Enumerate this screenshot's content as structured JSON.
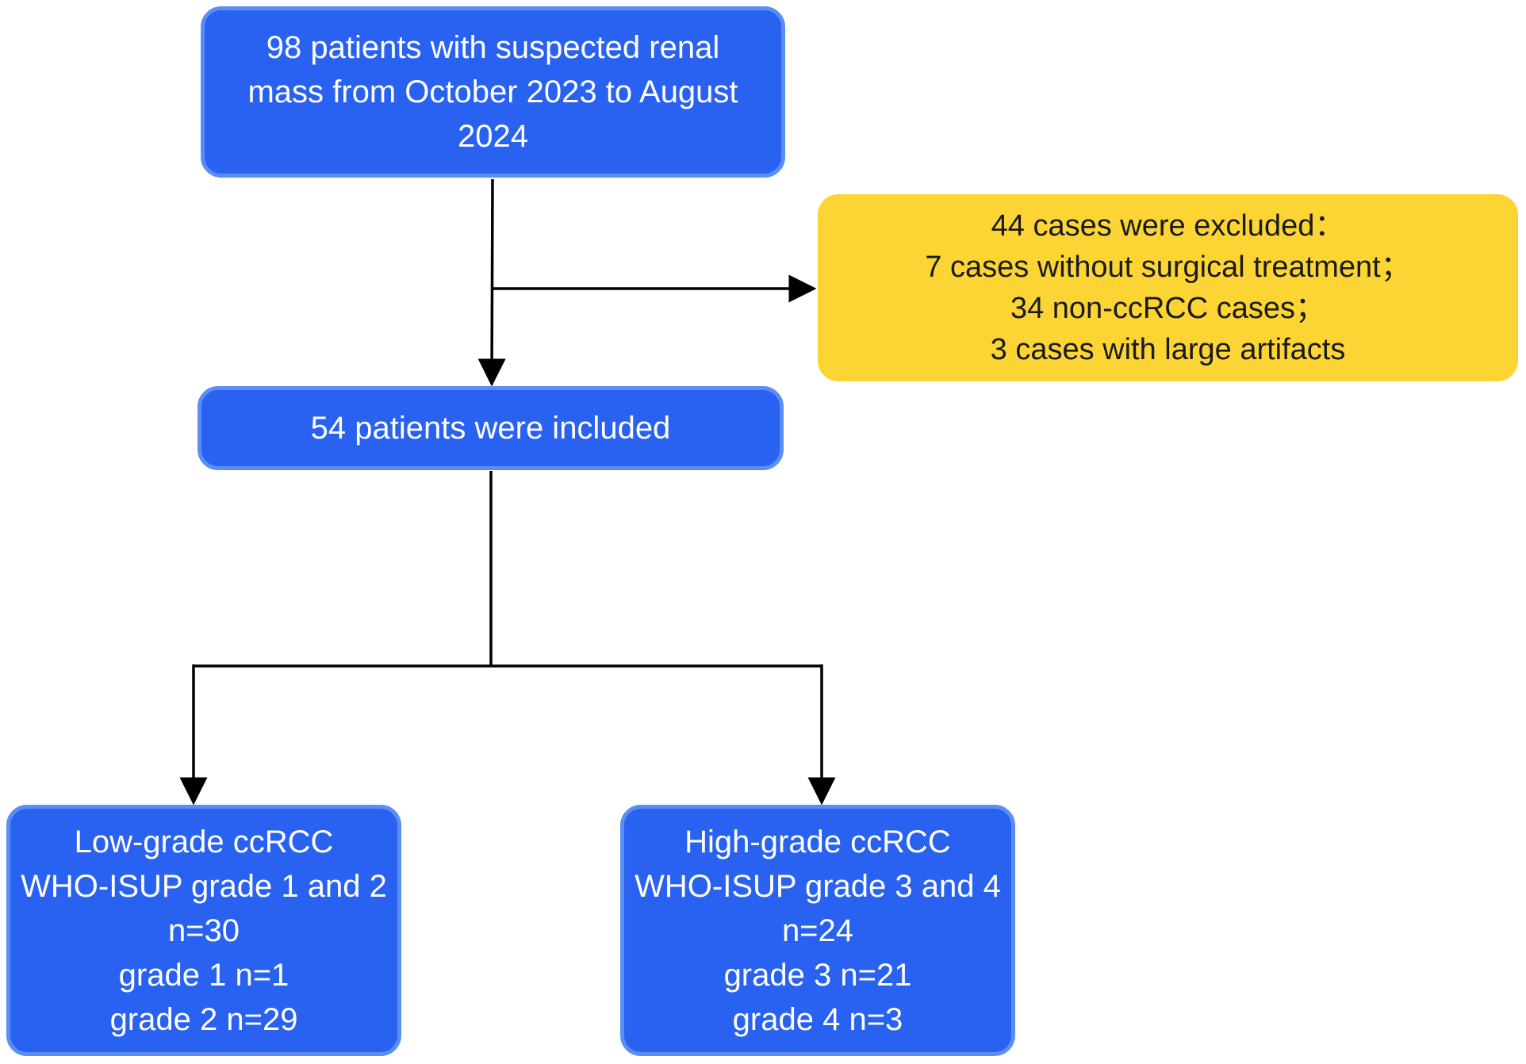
{
  "flowchart": {
    "start": {
      "lines": [
        "98 patients with suspected renal",
        "mass from October 2023 to August",
        "2024"
      ]
    },
    "excluded": {
      "lines": [
        "44 cases were excluded：",
        "7 cases without surgical treatment；",
        "34 non-ccRCC cases；",
        "3 cases with large artifacts"
      ]
    },
    "included": {
      "lines": [
        "54 patients were included"
      ]
    },
    "low_grade": {
      "lines": [
        "Low-grade ccRCC",
        "WHO-ISUP grade 1 and 2",
        "n=30",
        "grade 1 n=1",
        "grade 2 n=29"
      ]
    },
    "high_grade": {
      "lines": [
        "High-grade ccRCC",
        "WHO-ISUP grade 3 and 4",
        "n=24",
        "grade 3 n=21",
        "grade 4 n=3"
      ]
    }
  },
  "colors": {
    "box_blue": "#2962f0",
    "box_blue_border": "#5b8ef5",
    "box_yellow": "#fcd535",
    "arrow": "#000000"
  }
}
